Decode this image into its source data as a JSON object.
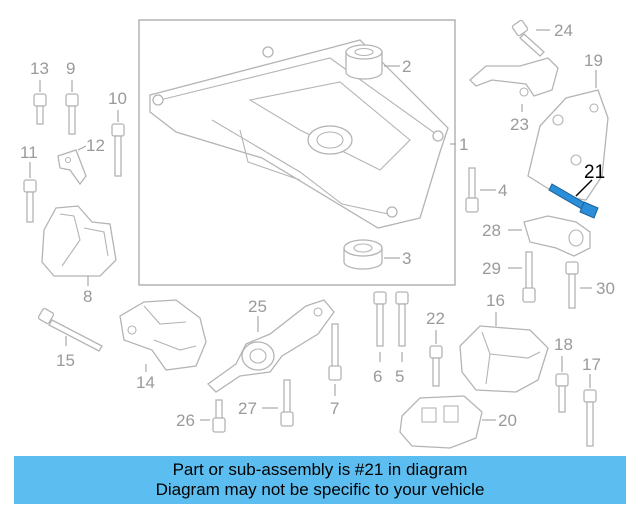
{
  "diagram": {
    "title": "",
    "callouts": {
      "c1": "1",
      "c2": "2",
      "c3": "3",
      "c4": "4",
      "c5": "5",
      "c6": "6",
      "c7": "7",
      "c8": "8",
      "c9": "9",
      "c10": "10",
      "c11": "11",
      "c12": "12",
      "c13": "13",
      "c14": "14",
      "c15": "15",
      "c16": "16",
      "c17": "17",
      "c18": "18",
      "c19": "19",
      "c20": "20",
      "c21": "21",
      "c22": "22",
      "c23": "23",
      "c24": "24",
      "c25": "25",
      "c26": "26",
      "c27": "27",
      "c28": "28",
      "c29": "29",
      "c30": "30"
    },
    "highlighted_part": "21",
    "highlight_color": "#2a8fd8",
    "parts_color": "#b4b4b4"
  },
  "banner": {
    "line1": "Part or sub-assembly is #21 in diagram",
    "line2": "Diagram may not be specific to your vehicle",
    "background": "#5cbef0"
  }
}
